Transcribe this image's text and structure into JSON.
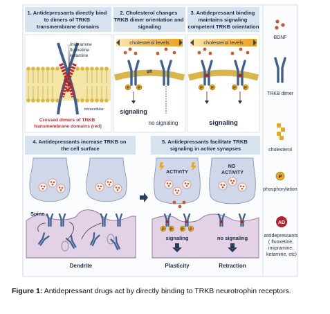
{
  "panels": {
    "p1_title": [
      "1. Antidepressants directly bind",
      "to dimers of TRKB",
      "transmembrane domains"
    ],
    "p2_title": [
      "2. Cholesterol changes",
      "TRKB dimer orientation and",
      "signaling"
    ],
    "p3_title": [
      "3. Antidepressant binding",
      "maintains signaling",
      "competent TRKB orientation"
    ],
    "p4_title": [
      "4. Antidepressants increase TRKB on",
      "the cell surface"
    ],
    "p5_title": [
      "5. Antidepressants facilitate TRKB",
      "signaling in active synapses"
    ]
  },
  "panel1": {
    "drugs": [
      "imipramine",
      "fluoxetine",
      "ketamine"
    ],
    "intracellular": "intracellular",
    "crossed_label": [
      "Crossed dimers of TRKB",
      "transmembrane  domains (red)"
    ]
  },
  "cholesterol_label": "cholesterol levels",
  "signaling": "signaling",
  "no_signaling": "no signaling",
  "panel4": {
    "spine": "Spine",
    "dendrite": "Dendrite"
  },
  "panel5": {
    "activity": "ACTIVITY",
    "no_activity": [
      "NO",
      "ACTIVITY"
    ],
    "signaling": "signaling",
    "no_signaling": "no signaling",
    "plasticity": "Plasticity",
    "retraction": "Retraction"
  },
  "legend": {
    "bdnf": "BDNF",
    "trkb": "TRKB dimer",
    "cholesterol": "cholesterol",
    "phosphorylation": "phosphorylation",
    "ad_badge": "AD",
    "p_badge": "P",
    "antidepressants": [
      "antidepressants",
      "( fluoxetine,",
      "imipramine,",
      "ketamine, etc)"
    ]
  },
  "caption": {
    "label": "Figure 1:",
    "text": "Antidepressant drugs act by directly binding to TRKB neurotrophin receptors."
  },
  "colors": {
    "title_bg": "#d7e3ef",
    "membrane_head": "#e5c95c",
    "trkb": "#3f5f8f",
    "bdnf": "#c65a2e",
    "ad": "#b4212a",
    "phospho": "#e9a91e",
    "synapse": "#cfd7e8",
    "dendrite": "#e3d2e6"
  }
}
